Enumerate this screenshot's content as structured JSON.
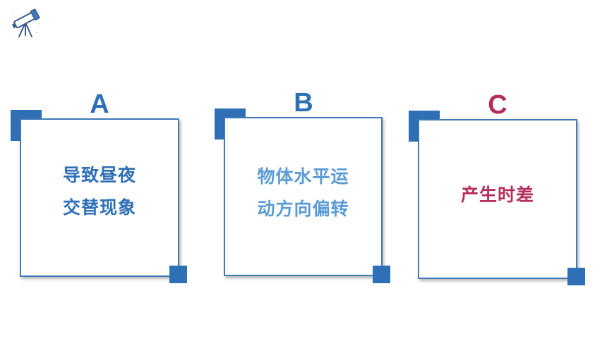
{
  "colors": {
    "blue": "#2f6fb5",
    "light_blue": "#5b9bd5",
    "magenta": "#b52d5c",
    "frame": "#3e79b9"
  },
  "icon": {
    "name": "telescope-icon"
  },
  "options": [
    {
      "letter": "A",
      "lines": [
        "导致昼夜",
        "交替现象"
      ]
    },
    {
      "letter": "B",
      "lines": [
        "物体水平运",
        "动方向偏转"
      ]
    },
    {
      "letter": "C",
      "lines": [
        "产生时差"
      ]
    }
  ]
}
